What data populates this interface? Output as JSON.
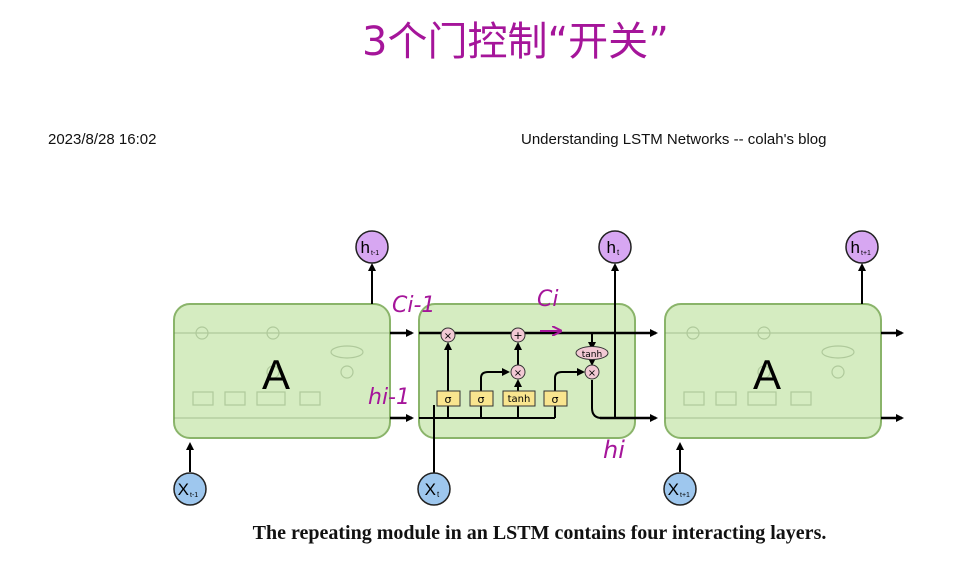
{
  "header": {
    "date": "2023/8/28 16:02",
    "title": "Understanding LSTM Networks -- colah's blog"
  },
  "handwritten": {
    "top": "3个门控制“开关”",
    "c_prev": "Ci-1",
    "c_curr": "Ci",
    "h_prev": "hi-1",
    "h_curr": "hi"
  },
  "diagram": {
    "module_label": "A",
    "outputs": [
      "h",
      "h",
      "h"
    ],
    "output_subs": [
      "t-1",
      "t",
      "t+1"
    ],
    "inputs": [
      "X",
      "X",
      "X"
    ],
    "input_subs": [
      "t-1",
      "t",
      "t+1"
    ],
    "layers": [
      "σ",
      "σ",
      "tanh",
      "σ"
    ],
    "ops": {
      "mult": "×",
      "add": "+",
      "tanh": "tanh"
    }
  },
  "caption": "The repeating module in an LSTM contains four interacting layers.",
  "colors": {
    "module_fill": "#d5ecc1",
    "module_stroke": "#8ab46a",
    "layer_fill": "#f9e58f",
    "op_fill": "#f2c9d4",
    "h_circle": "#d7a7f2",
    "x_circle": "#9ec7ee",
    "ink": "#a5159a"
  }
}
